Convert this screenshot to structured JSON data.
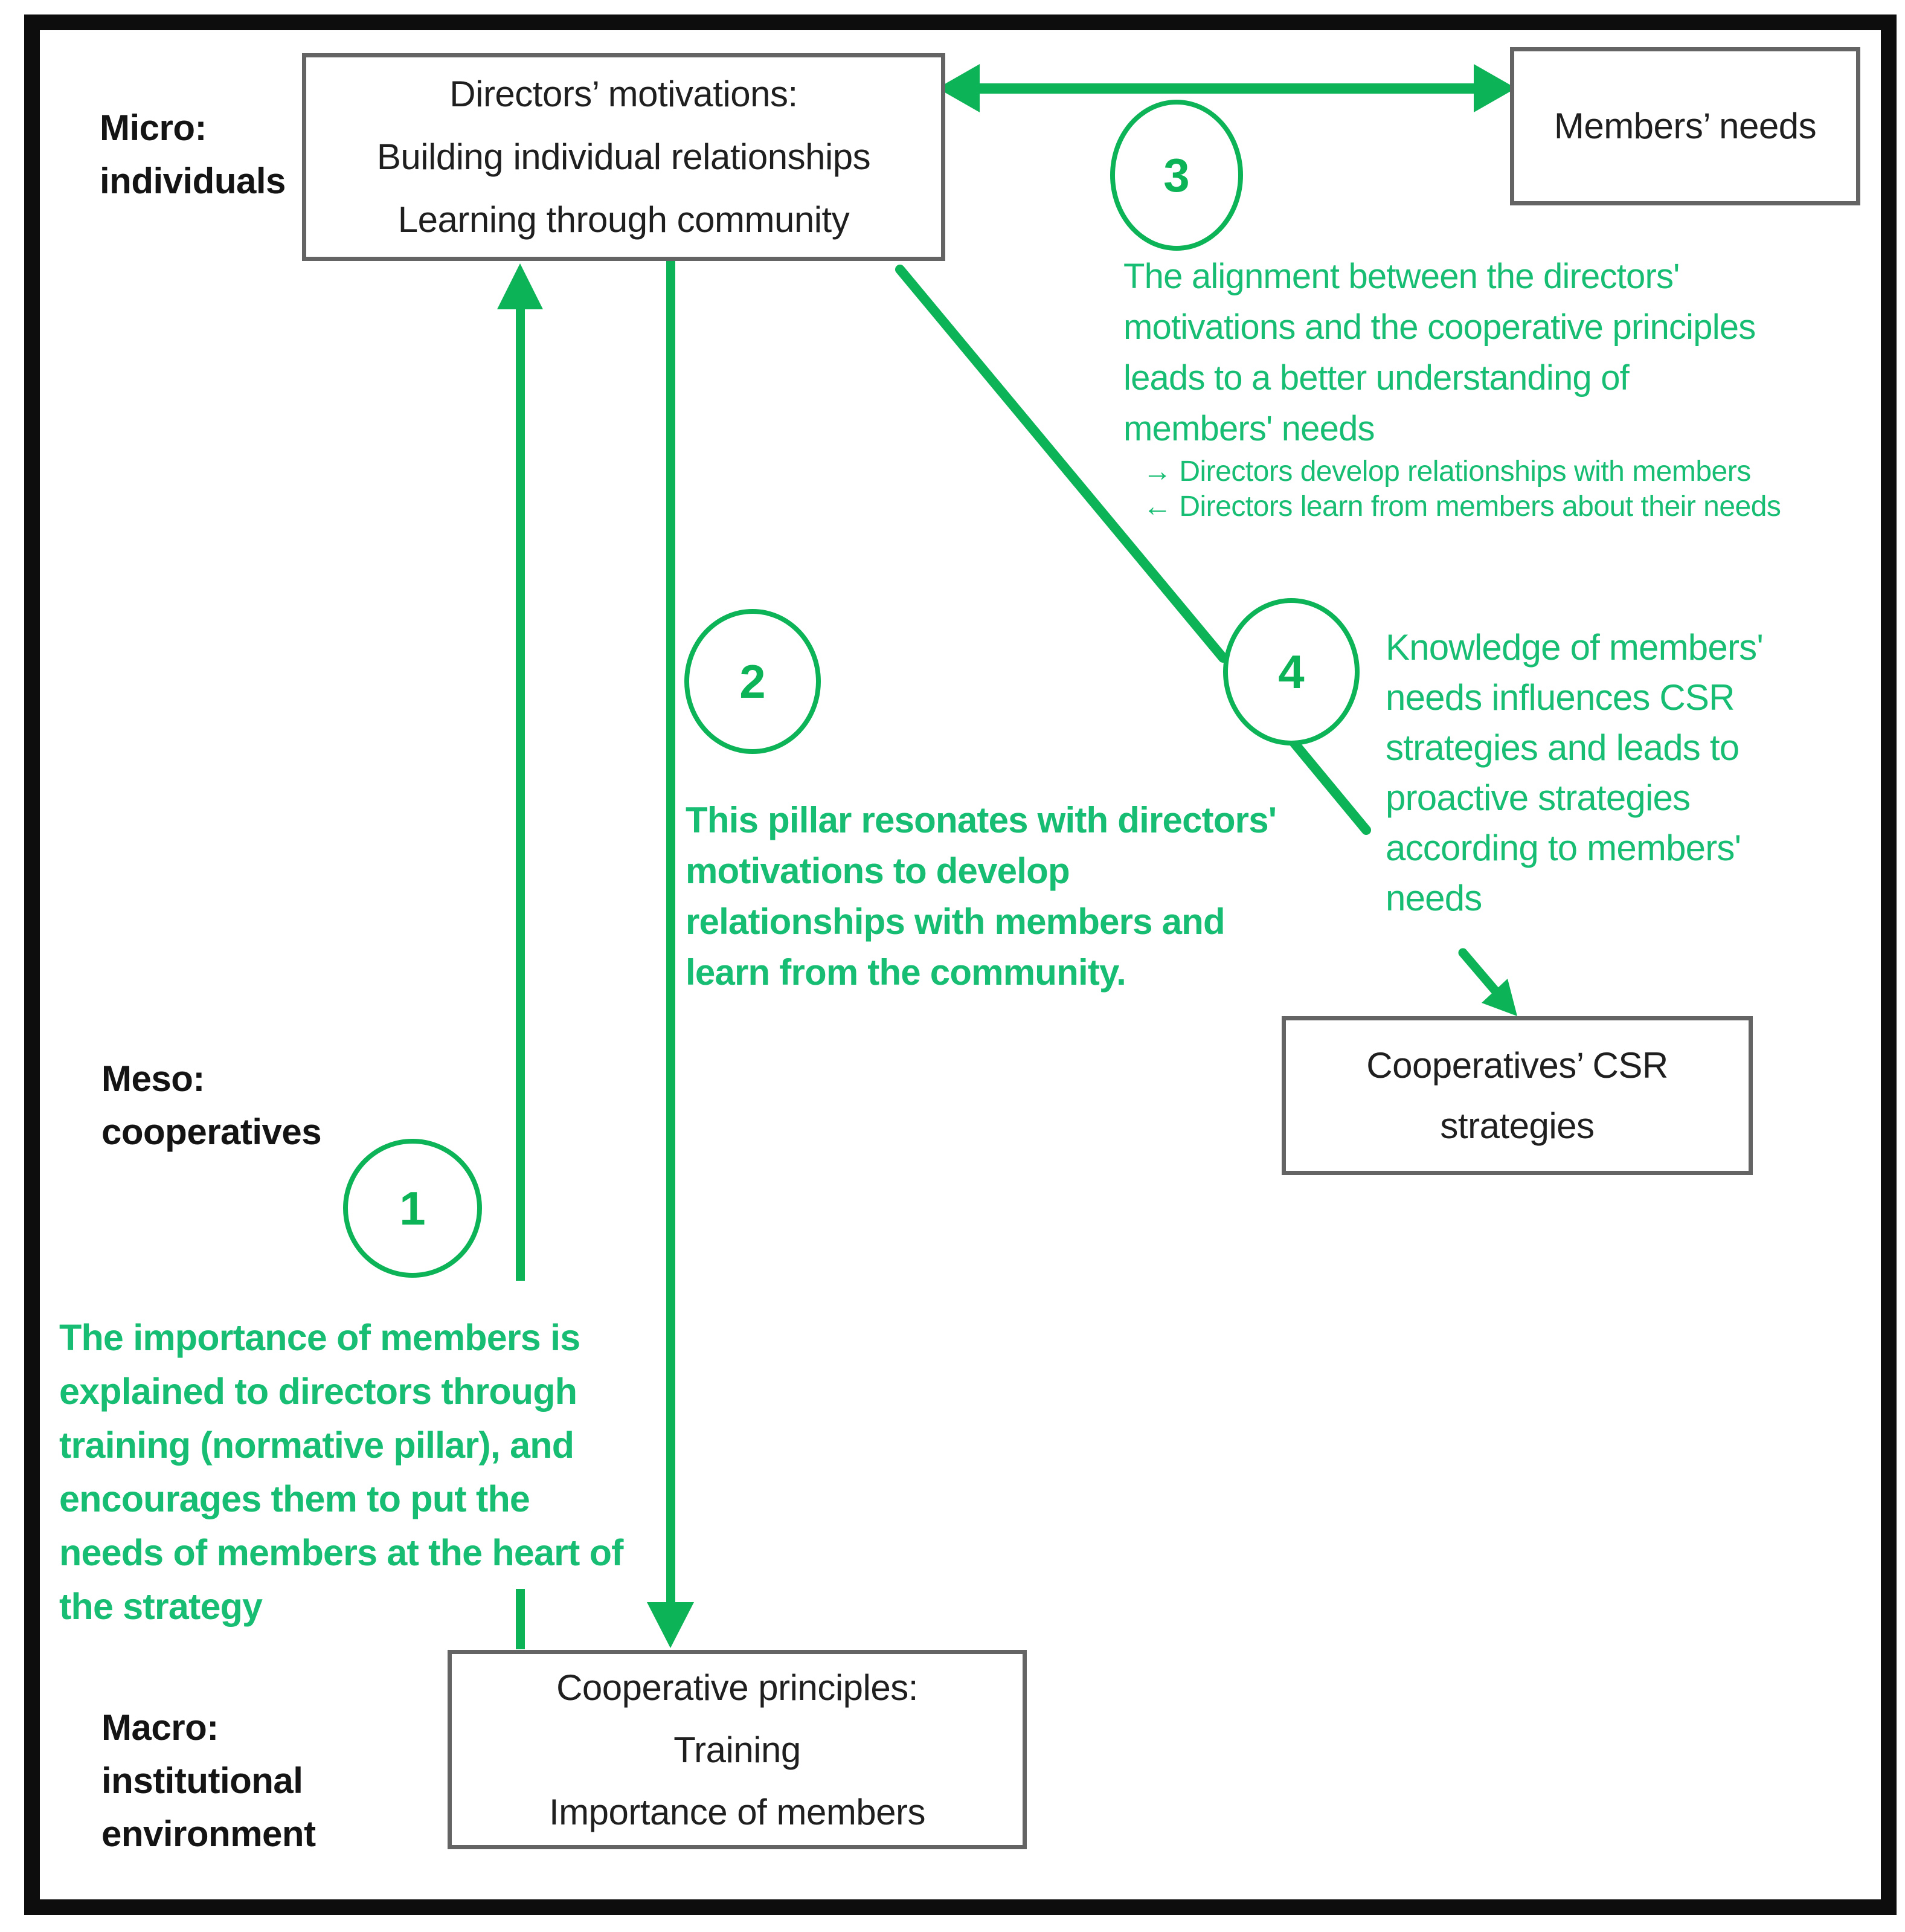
{
  "colors": {
    "shape_green": "#0cb457",
    "note_green": "#17bd72",
    "box_border_gray": "#646464",
    "frame_black": "#0d0d0d",
    "ink": "#1f1f1f"
  },
  "levels": {
    "micro": {
      "line1": "Micro:",
      "line2": "individuals"
    },
    "meso": {
      "line1": "Meso:",
      "line2": "cooperatives"
    },
    "macro": {
      "line1": "Macro:",
      "line2": "institutional",
      "line3": "environment"
    }
  },
  "boxes": {
    "directors": {
      "line1": "Directors’ motivations:",
      "line2": "Building individual relationships",
      "line3": "Learning through community"
    },
    "members": {
      "line1": "Members’ needs"
    },
    "csr": {
      "line1": "Cooperatives’ CSR",
      "line2": "strategies"
    },
    "principles": {
      "line1": "Cooperative principles:",
      "line2": "Training",
      "line3": "Importance of members"
    }
  },
  "badges": {
    "b1": "1",
    "b2": "2",
    "b3": "3",
    "b4": "4"
  },
  "notes": {
    "n1": {
      "lines": [
        "The importance of members is",
        "explained to directors through",
        "training (normative pillar), and",
        "encourages them to put the",
        "needs of members at the heart of",
        "the strategy"
      ]
    },
    "n2": {
      "lines": [
        "This pillar resonates with directors'",
        "motivations to develop",
        "relationships with members and",
        "learn from the community."
      ]
    },
    "n3": {
      "lines": [
        "The alignment between the directors'",
        "motivations and the cooperative principles",
        "leads to a better understanding of",
        "members' needs"
      ],
      "bullets": [
        "→ Directors develop relationships with members",
        "← Directors learn from members about their needs"
      ]
    },
    "n4": {
      "lines": [
        "Knowledge of members'",
        "needs influences CSR",
        "strategies and leads to",
        "proactive strategies",
        "according to members'",
        "needs"
      ]
    }
  }
}
